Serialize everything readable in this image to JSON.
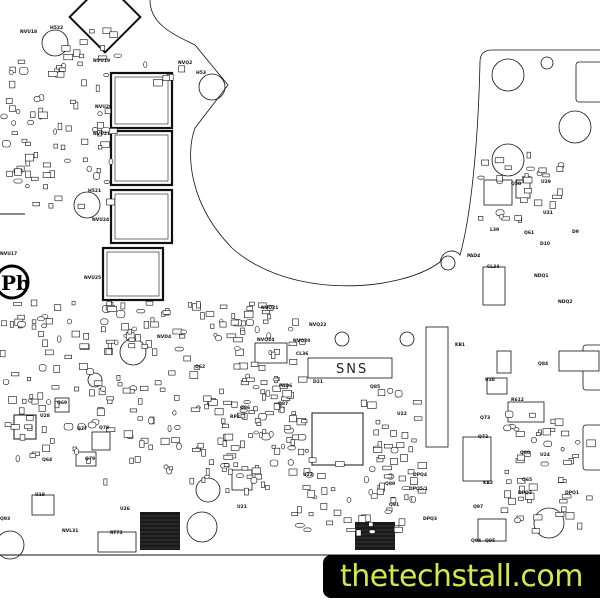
{
  "board": {
    "sns_label": "SNS",
    "outline_color": "#111111",
    "labels": {
      "NVU18": "NVU18",
      "H522": "H522",
      "NVU19": "NVU19",
      "NVQ2": "NVQ2",
      "H53": "H53",
      "NVU20": "NVU20",
      "NVU21": "NVU21",
      "H521": "H521",
      "NVU24": "NVU24",
      "NVU17": "NVU17",
      "NVU25": "NVU25",
      "NVQ21": "NVQ21",
      "NVQ22": "NVQ22",
      "NVQ24": "NVQ24",
      "NVQ20": "NVQ20",
      "CL36": "CL36",
      "D21": "D21",
      "Q85": "Q85",
      "Q86": "Q86",
      "Q87": "Q87",
      "RP2": "RP2",
      "U22": "U22",
      "KB1": "KB1",
      "U38": "U38",
      "R612": "R612",
      "Q73": "Q73",
      "Q72": "Q72",
      "U24": "U24",
      "Q80": "Q80",
      "Q65": "Q65",
      "KB2": "KB2",
      "DPQ4": "DPQ4",
      "DPQ5": "DPQ5/1",
      "DPQ3": "DPQ3",
      "DPQ2": "DPQ2",
      "DPQ1": "DPQ1",
      "Q84": "Q84",
      "NDQ2": "NDQ2",
      "NDQ1": "NDQ1",
      "Q61": "Q61",
      "U29": "U29",
      "L39": "L39",
      "U31": "U31",
      "D10": "D10",
      "D9": "D9",
      "CL34": "CL34",
      "PAD4": "PAD4",
      "Q69": "Q69",
      "Q77": "Q77",
      "Q78": "Q78",
      "Q79": "Q79",
      "Q64": "Q64",
      "U28": "U28",
      "U18": "U18",
      "Q93": "Q93",
      "NVL31": "NVL31",
      "RT73": "RT73",
      "U26": "U26",
      "U21": "U21",
      "Q62": "Q62",
      "NVD4": "NVD4",
      "Q89": "Q89",
      "Q91": "Q91",
      "Q94": "Q94",
      "Q95": "Q95",
      "Q97": "Q97",
      "U23": "U23",
      "PAD6": "PAD6",
      "Q58": "Q58"
    },
    "logo_text": "Pb"
  },
  "watermark": {
    "text": "thetechstall.com",
    "text_color": "#d4e64a",
    "bg_color": "#000000"
  }
}
